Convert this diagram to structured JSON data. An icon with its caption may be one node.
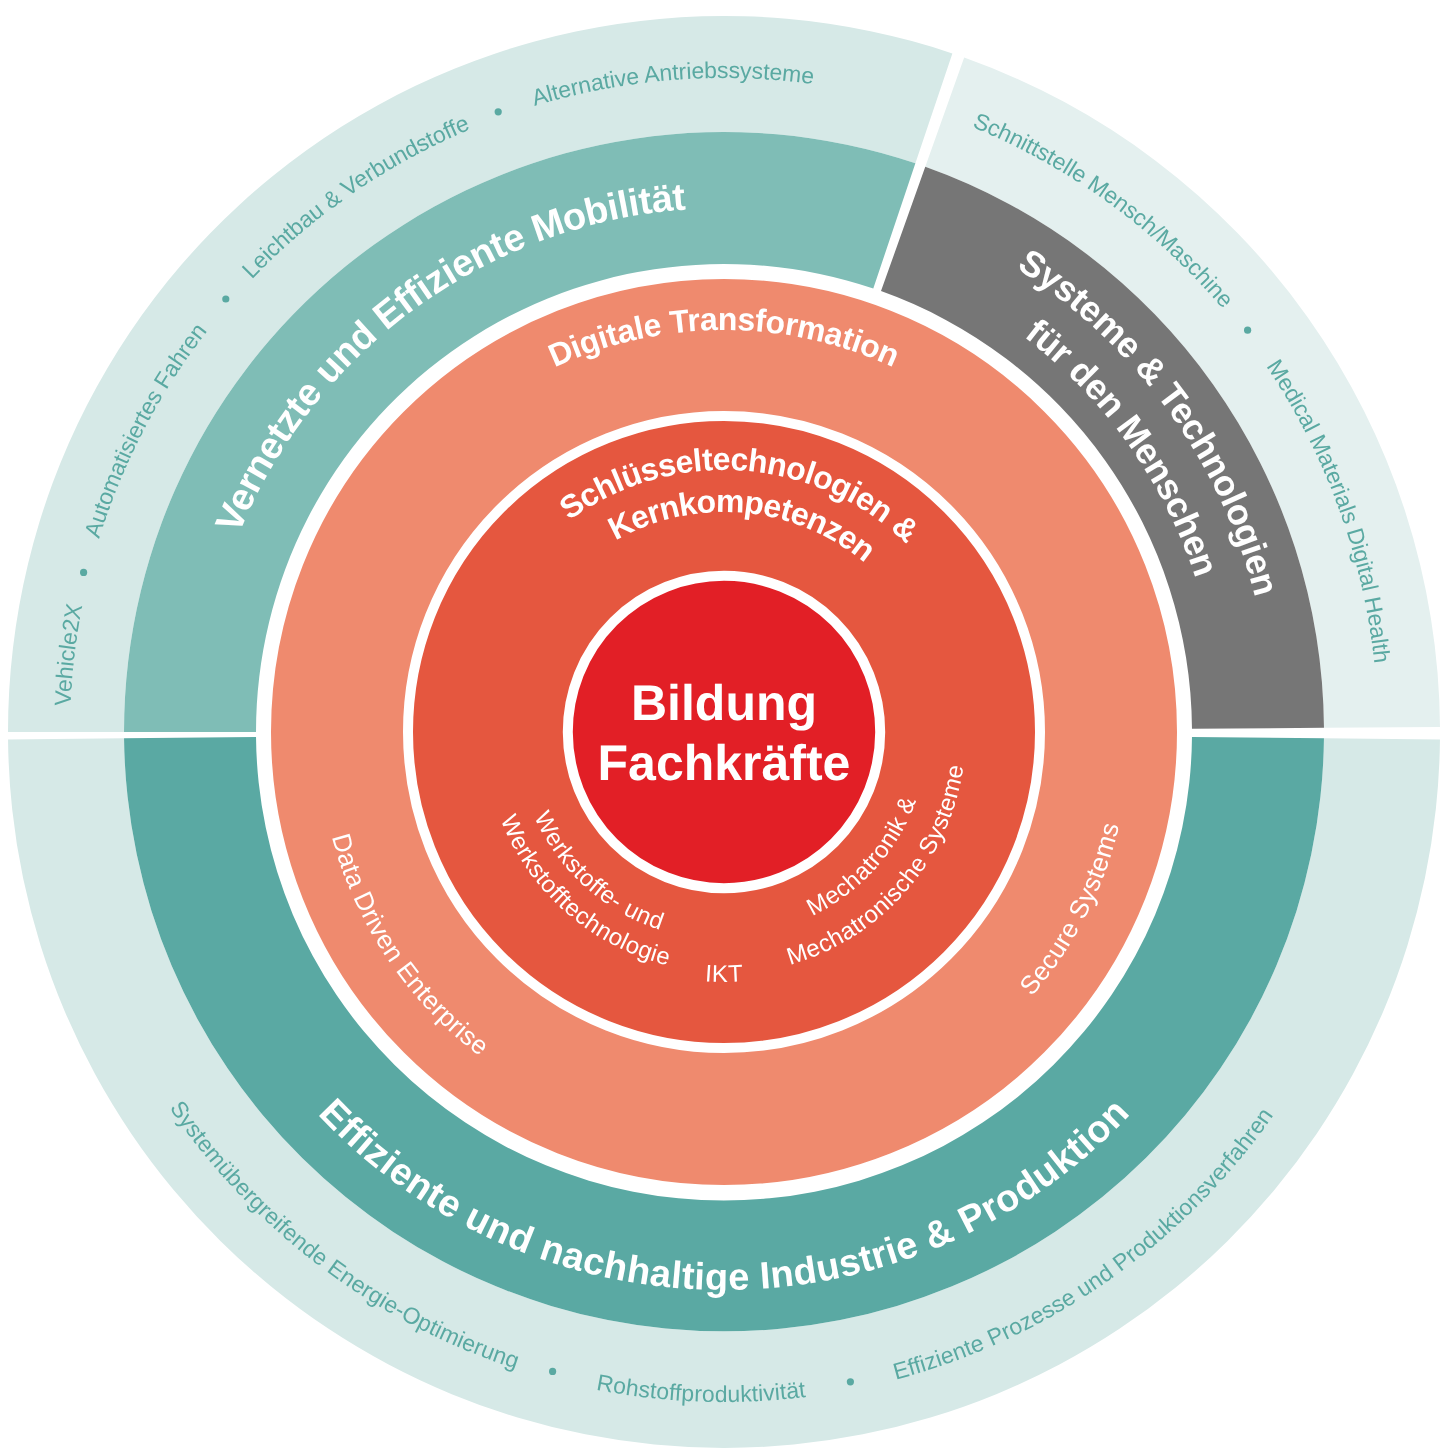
{
  "diagram": {
    "nodes": [
      {
        "text": [
          "Vehicle2X",
          "Automatisiertes Fahren",
          "Leichtbau & Verbundstoffe",
          "Alternative Antriebssysteme"
        ]
      },
      {
        "text": [
          "Vernetzte und Effiziente Mobilität"
        ]
      },
      {
        "text": [
          "Schnittstelle Mensch/Maschine",
          "Medical Materials Digital Health"
        ]
      },
      {
        "text": [
          "Systeme & Technologien für den Menschen"
        ]
      },
      {
        "text": [
          "Systemübergreifende Energie-Optimierung",
          "Rohstoffproduktivität",
          "Effiziente Prozesse und Produktionsverfahren"
        ]
      },
      {
        "text": [
          "Effiziente und nachhaltige Industrie & Produktion"
        ]
      },
      {
        "text": [
          "Digitale Transformation",
          "Data Driven Enterprise",
          "Secure Systems"
        ]
      },
      {
        "text": [
          "Schlüsseltechnologien & Kernkompetenzen",
          "Werkstoffe- und Werkstofftechnologie",
          "IKT",
          "Mechatronik & Mechatronische Systeme"
        ],
        "in": 6
      },
      {
        "text": [
          "Bildung Fachkräfte"
        ],
        "in": 7
      }
    ]
  }
}
